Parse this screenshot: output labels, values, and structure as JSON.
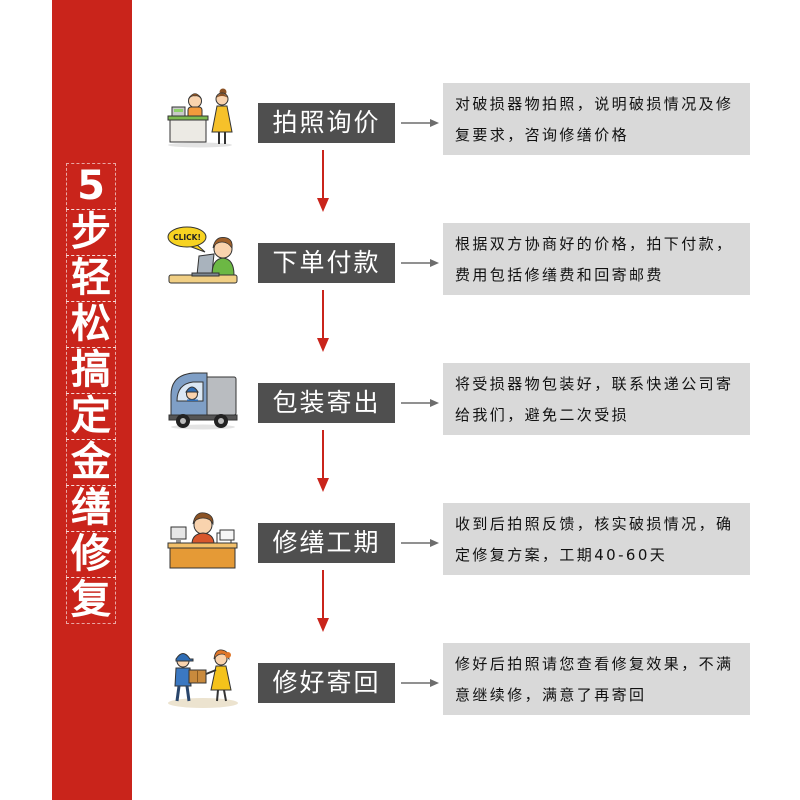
{
  "title_chars": [
    "5",
    "步",
    "轻",
    "松",
    "搞",
    "定",
    "金",
    "缮",
    "修",
    "复"
  ],
  "colors": {
    "accent_red": "#c9241b",
    "label_background": "#4f4f4f",
    "label_text": "#ffffff",
    "description_background": "#d9d9d9",
    "connector_arrow": "#6d6d6d",
    "down_arrow": "#c9241b"
  },
  "steps": [
    {
      "icon": "shop-counter-icon",
      "label": "拍照询价",
      "description": [
        "对破损器物拍照，说明破损情况及修",
        "复要求，咨询修缮价格"
      ]
    },
    {
      "icon": "online-order-icon",
      "icon_text": "CLICK!",
      "label": "下单付款",
      "description": [
        "根据双方协商好的价格，拍下付款，",
        "费用包括修缮费和回寄邮费"
      ]
    },
    {
      "icon": "delivery-truck-icon",
      "label": "包装寄出",
      "description": [
        "将受损器物包装好，联系快递公司寄",
        "给我们，避免二次受损"
      ]
    },
    {
      "icon": "desk-worker-icon",
      "label": "修缮工期",
      "description": [
        "收到后拍照反馈，核实破损情况，确",
        "定修复方案，工期40-60天"
      ]
    },
    {
      "icon": "courier-handover-icon",
      "label": "修好寄回",
      "description": [
        "修好后拍照请您查看修复效果，不满",
        "意继续修，满意了再寄回"
      ]
    }
  ]
}
